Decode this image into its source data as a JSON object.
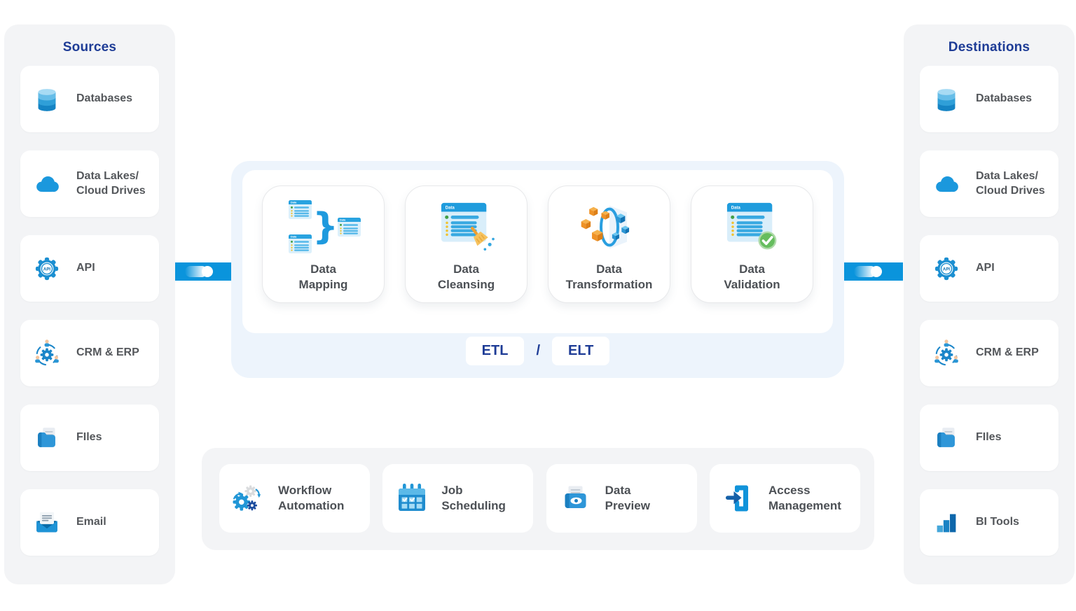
{
  "colors": {
    "title_navy": "#1e3c96",
    "item_label_gray": "#54575b",
    "stage_label_gray": "#4c5055",
    "icon_blue": "#1b98dd",
    "connector_blue": "#0a94dc",
    "sidebar_bg": "#f3f4f6",
    "pipeline_panel_bg": "#edf4fc",
    "card_bg": "#ffffff"
  },
  "sources": {
    "title": "Sources",
    "items": [
      {
        "icon": "database-icon",
        "line1": "Databases"
      },
      {
        "icon": "cloud-icon",
        "line1": "Data Lakes/",
        "line2": "Cloud Drives"
      },
      {
        "icon": "api-gear-icon",
        "line1": "API"
      },
      {
        "icon": "crm-erp-icon",
        "line1": "CRM & ERP"
      },
      {
        "icon": "folder-files-icon",
        "line1": "FIles"
      },
      {
        "icon": "email-icon",
        "line1": "Email"
      }
    ]
  },
  "destinations": {
    "title": "Destinations",
    "items": [
      {
        "icon": "database-icon",
        "line1": "Databases"
      },
      {
        "icon": "cloud-icon",
        "line1": "Data Lakes/",
        "line2": "Cloud Drives"
      },
      {
        "icon": "api-gear-icon",
        "line1": "API"
      },
      {
        "icon": "crm-erp-icon",
        "line1": "CRM & ERP"
      },
      {
        "icon": "folder-files-icon",
        "line1": "FIles"
      },
      {
        "icon": "bi-tools-icon",
        "line1": "BI Tools"
      }
    ]
  },
  "pipeline": {
    "stages": [
      {
        "icon": "data-mapping-icon",
        "line1": "Data",
        "line2": "Mapping"
      },
      {
        "icon": "data-cleansing-icon",
        "line1": "Data",
        "line2": "Cleansing"
      },
      {
        "icon": "data-transformation-icon",
        "line1": "Data",
        "line2": "Transformation"
      },
      {
        "icon": "data-validation-icon",
        "line1": "Data",
        "line2": "Validation"
      }
    ],
    "mode": {
      "etl": "ETL",
      "separator": "/",
      "elt": "ELT"
    }
  },
  "features": [
    {
      "icon": "workflow-automation-icon",
      "line1": "Workflow",
      "line2": "Automation"
    },
    {
      "icon": "job-scheduling-icon",
      "line1": "Job",
      "line2": "Scheduling"
    },
    {
      "icon": "data-preview-icon",
      "line1": "Data",
      "line2": "Preview"
    },
    {
      "icon": "access-management-icon",
      "line1": "Access",
      "line2": "Management"
    }
  ],
  "icon_text": {
    "window_header": "Data",
    "api": "API"
  }
}
